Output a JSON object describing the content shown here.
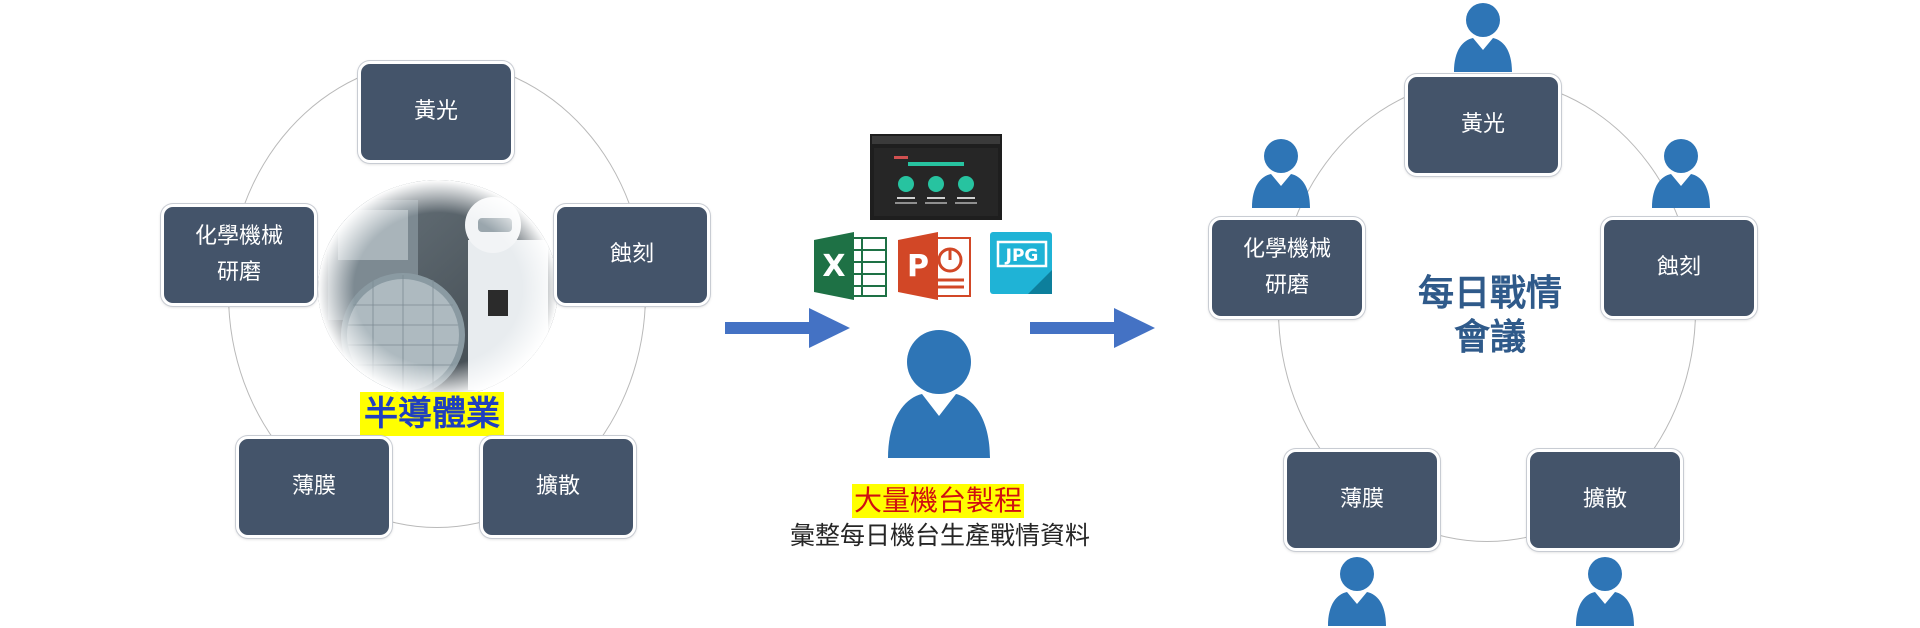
{
  "left_cycle": {
    "nodes": [
      {
        "line1": "黃光",
        "line2": ""
      },
      {
        "line1": "蝕刻",
        "line2": ""
      },
      {
        "line1": "擴散",
        "line2": ""
      },
      {
        "line1": "薄膜",
        "line2": ""
      },
      {
        "line1": "化學機械",
        "line2": "研磨"
      }
    ],
    "center_label": "半導體業"
  },
  "middle": {
    "file_icons": [
      "excel-icon",
      "powerpoint-icon",
      "jpg-icon"
    ],
    "jpg_label": "JPG",
    "excel_letter": "X",
    "ppt_letter": "P",
    "caption_highlight": "大量機台製程",
    "caption_text": "彙整每日機台生產戰情資料"
  },
  "right_cycle": {
    "nodes": [
      {
        "line1": "黃光",
        "line2": ""
      },
      {
        "line1": "蝕刻",
        "line2": ""
      },
      {
        "line1": "擴散",
        "line2": ""
      },
      {
        "line1": "薄膜",
        "line2": ""
      },
      {
        "line1": "化學機械",
        "line2": "研磨"
      }
    ],
    "center_title_line1": "每日戰情",
    "center_title_line2": "會議"
  },
  "colors": {
    "node_fill": "#44546a",
    "arrow": "#4472c4",
    "person": "#2e75b6",
    "highlight": "#ffff00"
  }
}
